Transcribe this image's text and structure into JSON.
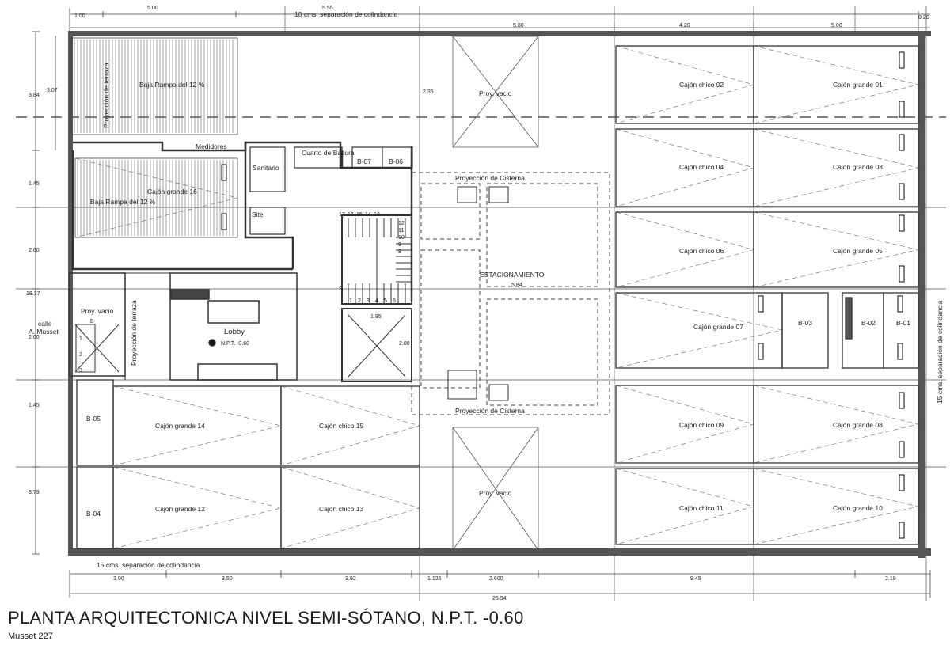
{
  "title": "PLANTA ARQUITECTONICA NIVEL SEMI-SÓTANO, N.P.T. -0.60",
  "subtitle": "Musset 227",
  "top_notes": {
    "separation_top": "10 cms. separación de colindancia",
    "separation_bottom": "15 cms. separación de colindancia",
    "separation_right": "15 cms. separación de colindancia",
    "street": "calle",
    "street_name": "A. Musset"
  },
  "dims_top": [
    "1.00",
    "5.00",
    "5.55",
    "5.80",
    "4.20",
    "5.00",
    "0.20"
  ],
  "dims_bottom": [
    "3.00",
    "3.50",
    "3.92",
    "1.125",
    "2.600",
    "9.45",
    "2.19"
  ],
  "dim_total": "25.94",
  "dims_left": [
    "3.84",
    "1.45",
    "2.60",
    "18.37",
    "2.60",
    "1.45",
    "3.79"
  ],
  "dims_inner": [
    "3.07",
    "2.35",
    "1.95",
    "2.00",
    "5.84"
  ],
  "spaces": {
    "ramp_top": "Baja Rampa del 12 %",
    "ramp_mid": "Baja Rampa del 12 %",
    "terrace_proj_top": "Proyección de terraza",
    "terrace_proj_left": "Proyección de terraza",
    "medidores": "Medidores",
    "sanitario": "Sanitario",
    "cuarto_basura": "Cuarto de Basura",
    "site": "Site",
    "lobby": "Lobby",
    "lobby_level": "N.P.T. -0.60",
    "proy_vacio_left": "Proy. vacio",
    "proy_vacio_top": "Proy. vacio",
    "proy_vacio_bottom": "Proy. vacio",
    "cisterna_top": "Proyección de Cisterna",
    "cisterna_bottom": "Proyección de Cisterna",
    "estacionamiento": "ESTACIONAMIENTO",
    "letter_b": "B",
    "letter_s": "S"
  },
  "parking": {
    "chico_02": "Cajón chico 02",
    "grande_01": "Cajón grande 01",
    "chico_04": "Cajón chico 04",
    "grande_03": "Cajón grande 03",
    "chico_06": "Cajón chico 06",
    "grande_05": "Cajón grande 05",
    "grande_07": "Cajón grande 07",
    "chico_09": "Cajón chico 09",
    "grande_08": "Cajón grande 08",
    "chico_11": "Cajón chico 11",
    "grande_10": "Cajón grande 10",
    "grande_14": "Cajón grande 14",
    "chico_15": "Cajón chico  15",
    "grande_12": "Cajón grande 12",
    "chico_13": "Cajón chico  13",
    "grande_16": "Cajón grande 16"
  },
  "storage": {
    "b01": "B-01",
    "b02": "B-02",
    "b03": "B-03",
    "b04": "B-04",
    "b05": "B-05",
    "b06": "B-06",
    "b07": "B-07"
  },
  "stairs_top": [
    "17",
    "16",
    "15",
    "14",
    "13",
    "12",
    "11",
    "10",
    "9",
    "8"
  ],
  "stairs_bottom": [
    "1",
    "2",
    "3",
    "4",
    "5",
    "6"
  ],
  "stairs_small": [
    "1",
    "2",
    "3"
  ]
}
